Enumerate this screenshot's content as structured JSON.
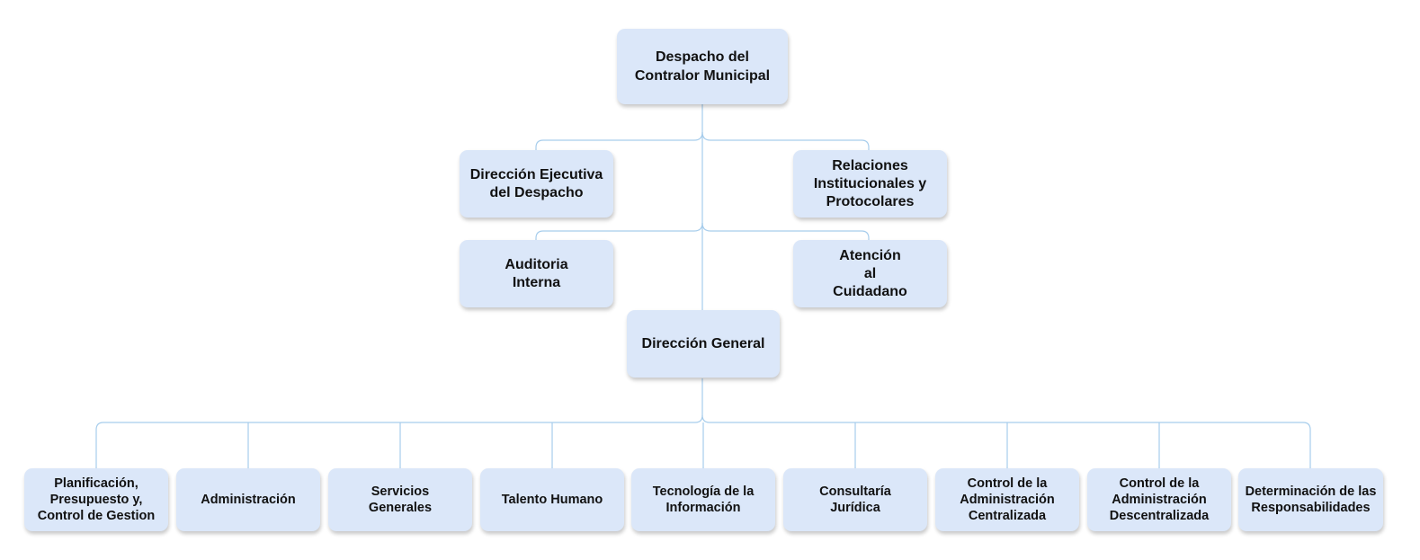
{
  "org_chart": {
    "root": {
      "label": "Despacho del\nContralor Municipal"
    },
    "staff": [
      {
        "label": "Dirección Ejecutiva\ndel Despacho"
      },
      {
        "label": "Relaciones\nInstitucionales y\nProtocolares"
      },
      {
        "label": "Auditoria\nInterna"
      },
      {
        "label": "Atención\nal\nCuidadano"
      }
    ],
    "general": {
      "label": "Dirección General"
    },
    "units": [
      {
        "label": "Planificación,\nPresupuesto y,\nControl de Gestion"
      },
      {
        "label": "Administración"
      },
      {
        "label": "Servicios\nGenerales"
      },
      {
        "label": "Talento Humano"
      },
      {
        "label": "Tecnología de la\nInformación"
      },
      {
        "label": "Consultaría\nJurídica"
      },
      {
        "label": "Control de la\nAdministración\nCentralizada"
      },
      {
        "label": "Control de la\nAdministración\nDescentralizada"
      },
      {
        "label": "Determinación de las\nResponsabilidades"
      }
    ],
    "colors": {
      "node_fill": "#dbe7f9",
      "connector": "#a7cdec",
      "text": "#111111"
    }
  }
}
